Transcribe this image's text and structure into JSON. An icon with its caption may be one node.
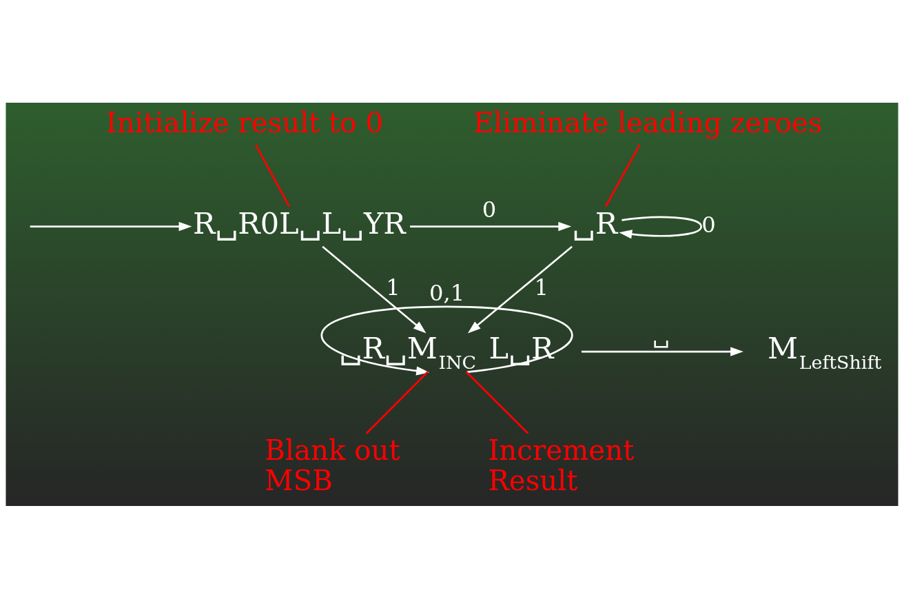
{
  "diagram": {
    "nodes": [
      {
        "text": [
          "R␣R0L␣L␣YR"
        ]
      },
      {
        "text": [
          "␣R"
        ]
      },
      {
        "text": [
          "␣R␣M$_{INC}$ L␣R"
        ]
      },
      {
        "text": [
          "M$_{LeftShift}$"
        ]
      },
      {
        "text": [
          "Initialize result to 0"
        ]
      },
      {
        "text": [
          "Eliminate leading zeroes"
        ]
      },
      {
        "text": [
          "Blank out MSB"
        ]
      },
      {
        "text": [
          "Increment Result"
        ]
      }
    ],
    "edges": [
      {
        "from": null,
        "to": 0,
        "arrow": "to"
      },
      {
        "from": 0,
        "to": 1,
        "arrow": "to",
        "label": "0"
      },
      {
        "from": 0,
        "to": 2,
        "arrow": "to",
        "label": "1"
      },
      {
        "from": 1,
        "to": 1,
        "arrow": "to",
        "label": "0"
      },
      {
        "from": 1,
        "to": 2,
        "arrow": "to",
        "label": "1"
      },
      {
        "from": 2,
        "to": 2,
        "arrow": "to",
        "label": "0,1"
      },
      {
        "from": 2,
        "to": 3,
        "arrow": "to",
        "label": "␣"
      },
      {
        "from": 4,
        "to": 0,
        "arrow": "none",
        "color": "#ff0000"
      },
      {
        "from": 5,
        "to": 1,
        "arrow": "none",
        "color": "#ff0000"
      },
      {
        "from": 6,
        "to": 2,
        "arrow": "none",
        "color": "#ff0000"
      },
      {
        "from": 7,
        "to": 2,
        "arrow": "none",
        "color": "#ff0000"
      }
    ]
  }
}
